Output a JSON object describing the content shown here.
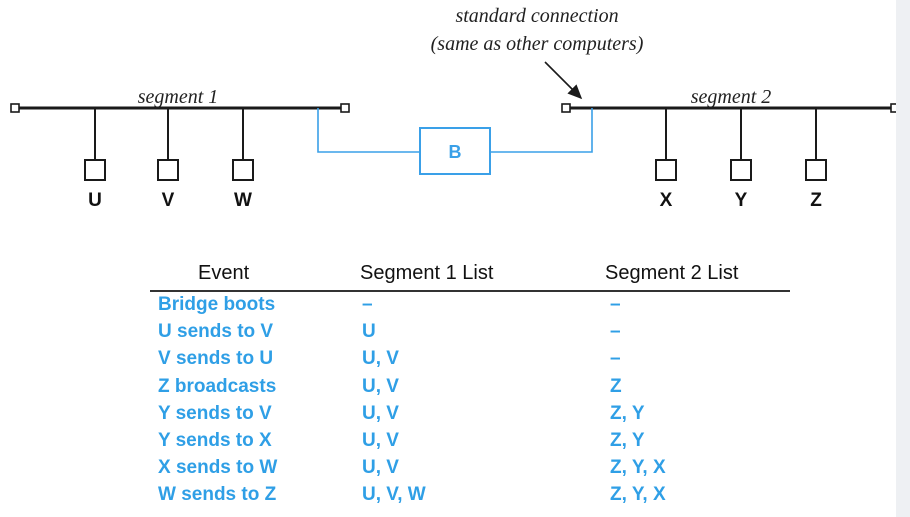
{
  "colors": {
    "segment_line": "#1a1a1a",
    "bridge": "#3aa0e8",
    "table_text": "#2f9fe6",
    "header_text": "#111111"
  },
  "annotation": {
    "line1": "standard connection",
    "line2": "(same as other computers)"
  },
  "segments": [
    {
      "label": "segment 1",
      "computers": [
        "U",
        "V",
        "W"
      ]
    },
    {
      "label": "segment 2",
      "computers": [
        "X",
        "Y",
        "Z"
      ]
    }
  ],
  "bridge": {
    "label": "B"
  },
  "table": {
    "headers": {
      "event": "Event",
      "segment1": "Segment 1 List",
      "segment2": "Segment 2 List"
    },
    "rows": [
      {
        "event": "Bridge boots",
        "segment1": "–",
        "segment2": "–"
      },
      {
        "event": "U sends to V",
        "segment1": "U",
        "segment2": "–"
      },
      {
        "event": "V sends to U",
        "segment1": "U, V",
        "segment2": "–"
      },
      {
        "event": "Z broadcasts",
        "segment1": "U, V",
        "segment2": "Z"
      },
      {
        "event": "Y sends to V",
        "segment1": "U, V",
        "segment2": "Z, Y"
      },
      {
        "event": "Y sends to X",
        "segment1": "U, V",
        "segment2": "Z, Y"
      },
      {
        "event": "X sends to W",
        "segment1": "U, V",
        "segment2": "Z, Y, X"
      },
      {
        "event": "W sends to Z",
        "segment1": "U, V, W",
        "segment2": "Z, Y, X"
      }
    ]
  }
}
